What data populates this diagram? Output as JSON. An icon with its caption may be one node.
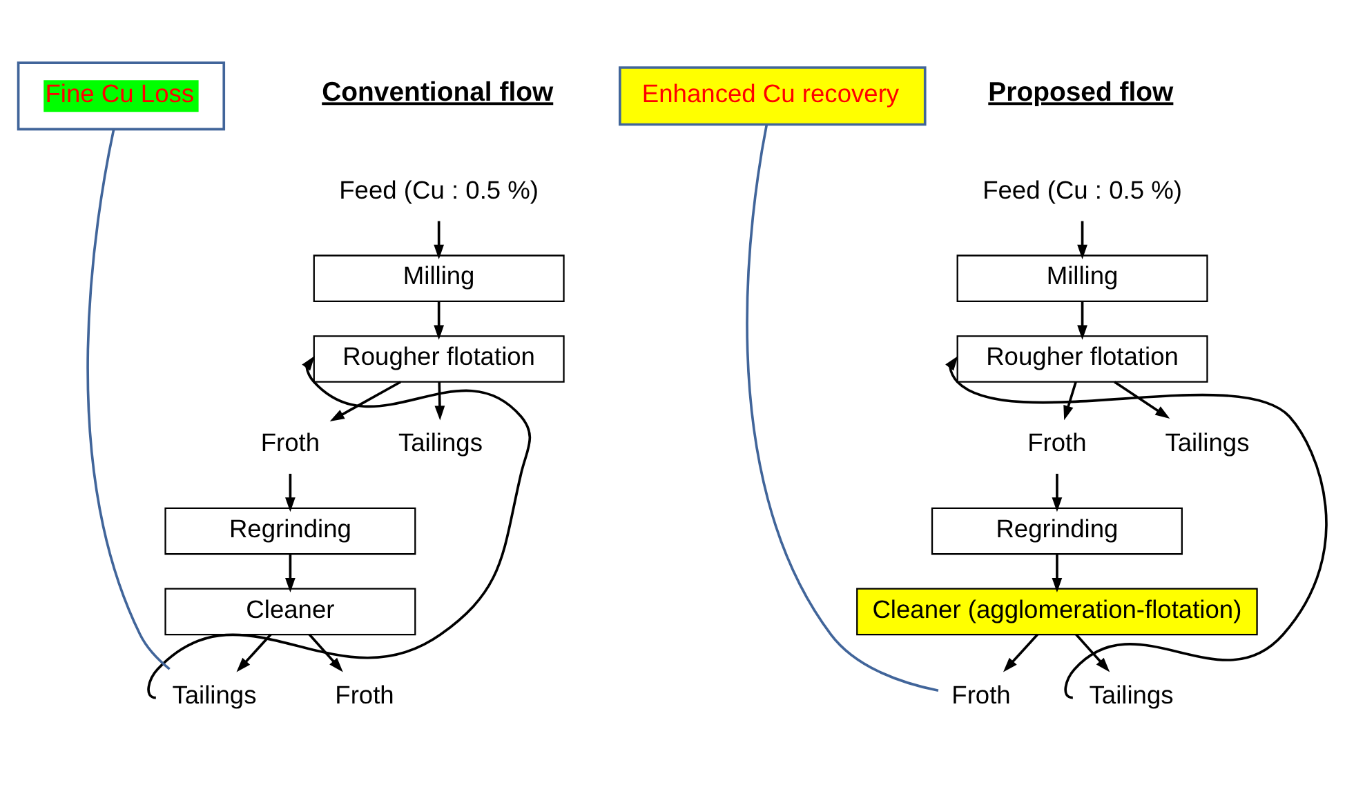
{
  "diagram": {
    "nodes": [
      {
        "text": [
          "Feed (Cu : 0.5 %)"
        ]
      },
      {
        "text": [
          "Milling"
        ]
      },
      {
        "text": [
          "Rougher flotation"
        ]
      },
      {
        "text": [
          "Froth"
        ]
      },
      {
        "text": [
          "Tailings"
        ]
      },
      {
        "text": [
          "Regrinding"
        ]
      },
      {
        "text": [
          "Cleaner"
        ]
      },
      {
        "text": [
          "Tailings"
        ]
      },
      {
        "text": [
          "Froth"
        ]
      },
      {
        "text": [
          "Fine Cu Loss"
        ]
      },
      {
        "text": [
          "Feed (Cu : 0.5 %)"
        ]
      },
      {
        "text": [
          "Milling"
        ]
      },
      {
        "text": [
          "Rougher flotation"
        ]
      },
      {
        "text": [
          "Froth"
        ]
      },
      {
        "text": [
          "Tailings"
        ]
      },
      {
        "text": [
          "Regrinding"
        ]
      },
      {
        "text": [
          "Cleaner (agglomeration-flotation)"
        ]
      },
      {
        "text": [
          "Tailings"
        ]
      },
      {
        "text": [
          "Froth"
        ]
      },
      {
        "text": [
          "Enhanced Cu recovery"
        ]
      }
    ],
    "edges": [
      {
        "from": 0,
        "to": 1,
        "arrow": "to"
      },
      {
        "from": 1,
        "to": 2,
        "arrow": "to"
      },
      {
        "from": 2,
        "to": 3,
        "arrow": "to"
      },
      {
        "from": 2,
        "to": 4,
        "arrow": "to"
      },
      {
        "from": 3,
        "to": 5,
        "arrow": "to"
      },
      {
        "from": 5,
        "to": 6,
        "arrow": "to"
      },
      {
        "from": 6,
        "to": 7,
        "arrow": "to"
      },
      {
        "from": 6,
        "to": 8,
        "arrow": "to"
      },
      {
        "from": 7,
        "to": 2,
        "arrow": "to"
      },
      {
        "from": 9,
        "to": 7,
        "arrow": "none",
        "color": "#41659a"
      },
      {
        "from": 10,
        "to": 11,
        "arrow": "to"
      },
      {
        "from": 11,
        "to": 12,
        "arrow": "to"
      },
      {
        "from": 12,
        "to": 13,
        "arrow": "to"
      },
      {
        "from": 12,
        "to": 14,
        "arrow": "to"
      },
      {
        "from": 13,
        "to": 15,
        "arrow": "to"
      },
      {
        "from": 15,
        "to": 16,
        "arrow": "to"
      },
      {
        "from": 16,
        "to": 17,
        "arrow": "to"
      },
      {
        "from": 16,
        "to": 18,
        "arrow": "to"
      },
      {
        "from": 17,
        "to": 12,
        "arrow": "to"
      },
      {
        "from": 19,
        "to": 18,
        "arrow": "none",
        "color": "#41659a"
      }
    ],
    "labels": [
      "Conventional flow",
      "Proposed flow"
    ]
  }
}
